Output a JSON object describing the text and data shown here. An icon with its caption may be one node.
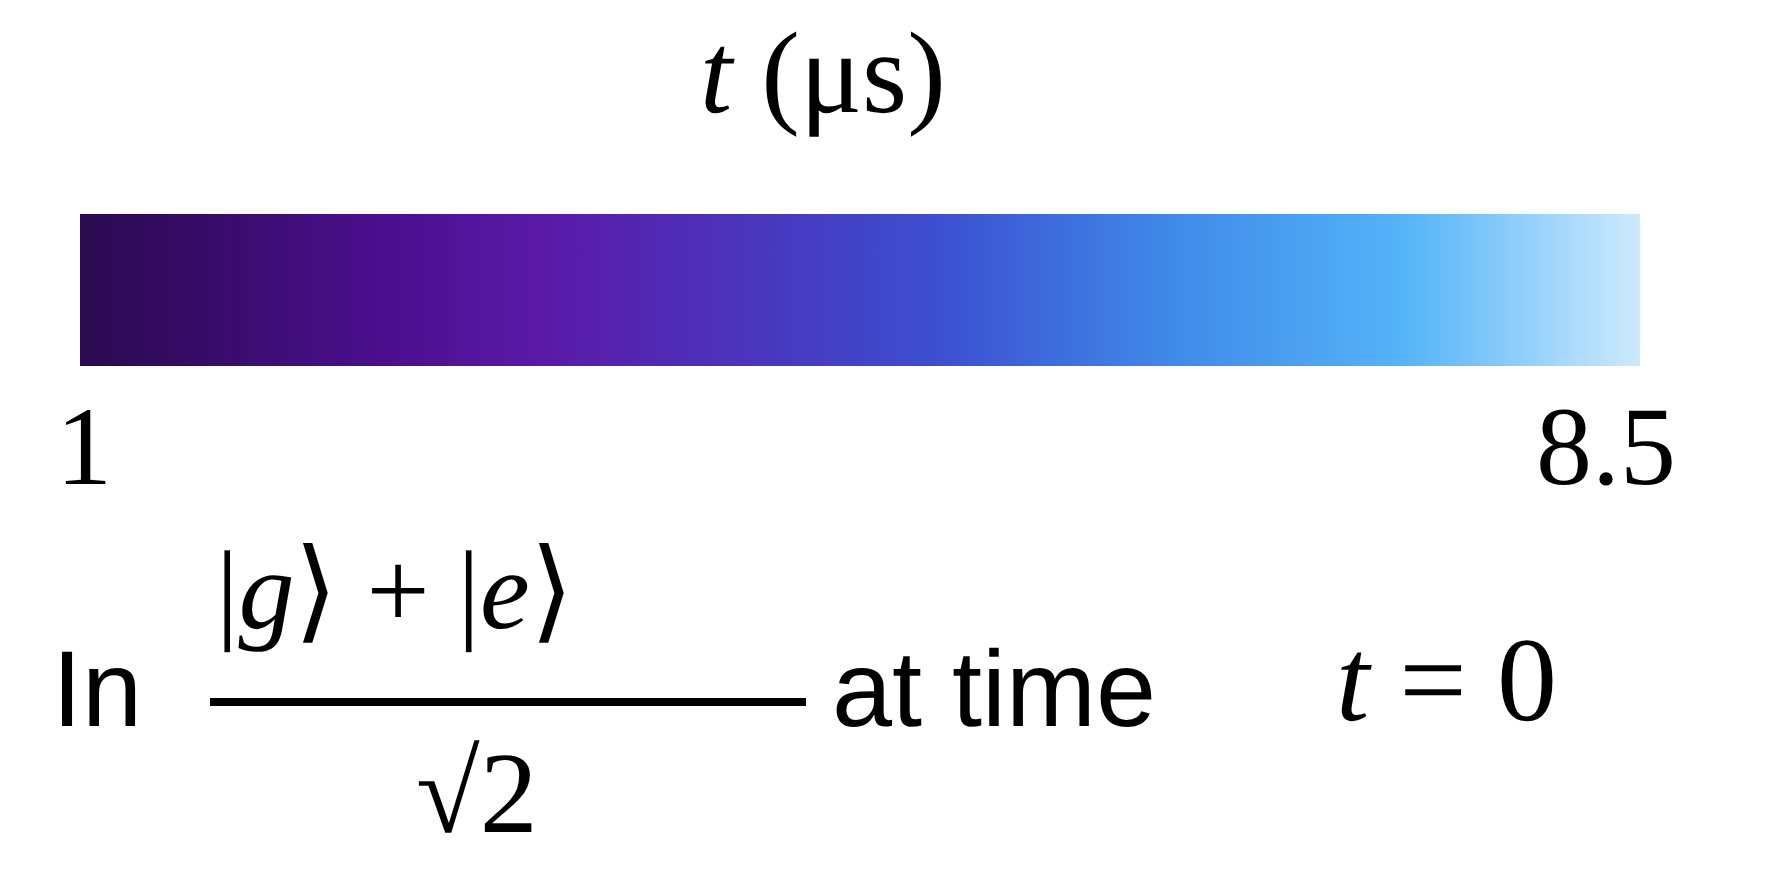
{
  "diagram": {
    "labels": [
      "*t* (μs)",
      "1",
      "8.5",
      "In",
      "|*g*⟩ + |*e*⟩",
      "√2",
      "at time",
      "*t* = 0"
    ]
  }
}
